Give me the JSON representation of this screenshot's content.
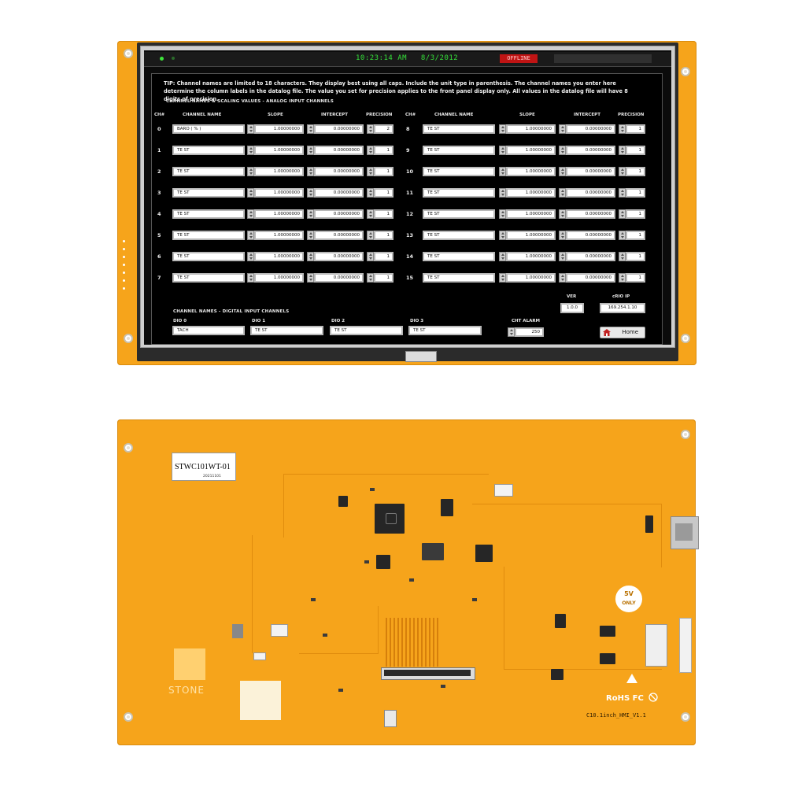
{
  "front": {
    "status_bar": {
      "time": "10:23:14 AM",
      "date": "8/3/2012",
      "offline_label": "OFFLINE"
    },
    "tip": "TIP: Channel names are limited to 18 characters.  They display best using all caps.  Include the unit type in parenthesis.  The channel names you enter here determine the column labels in the datalog file.  The value you set for precision applies to the front panel display only.  All values in the datalog file will have 8 digits of precision.",
    "analog_section_title": "CHANNEL NAMES & SCALING VALUES - ANALOG INPUT CHANNELS",
    "headers": {
      "ch": "CH#",
      "name": "CHANNEL NAME",
      "slope": "SLOPE",
      "intercept": "INTERCEPT",
      "precision": "PRECISION"
    },
    "left_channels": [
      {
        "ch": "0",
        "name": "BARO ( % )",
        "slope": "1.00000000",
        "intercept": "0.00000000",
        "precision": "2"
      },
      {
        "ch": "1",
        "name": "TE ST",
        "slope": "1.00000000",
        "intercept": "0.00000000",
        "precision": "1"
      },
      {
        "ch": "2",
        "name": "TE ST",
        "slope": "1.00000000",
        "intercept": "0.00000000",
        "precision": "1"
      },
      {
        "ch": "3",
        "name": "TE ST",
        "slope": "1.00000000",
        "intercept": "0.00000000",
        "precision": "1"
      },
      {
        "ch": "4",
        "name": "TE ST",
        "slope": "1.00000000",
        "intercept": "0.00000000",
        "precision": "1"
      },
      {
        "ch": "5",
        "name": "TE ST",
        "slope": "1.00000000",
        "intercept": "0.00000000",
        "precision": "1"
      },
      {
        "ch": "6",
        "name": "TE ST",
        "slope": "1.00000000",
        "intercept": "0.00000000",
        "precision": "1"
      },
      {
        "ch": "7",
        "name": "TE ST",
        "slope": "1.00000000",
        "intercept": "0.00000000",
        "precision": "1"
      }
    ],
    "right_channels": [
      {
        "ch": "8",
        "name": "TE ST",
        "slope": "1.00000000",
        "intercept": "0.00000000",
        "precision": "1"
      },
      {
        "ch": "9",
        "name": "TE ST",
        "slope": "1.00000000",
        "intercept": "0.00000000",
        "precision": "1"
      },
      {
        "ch": "10",
        "name": "TE ST",
        "slope": "1.00000000",
        "intercept": "0.00000000",
        "precision": "1"
      },
      {
        "ch": "11",
        "name": "TE ST",
        "slope": "1.00000000",
        "intercept": "0.00000000",
        "precision": "1"
      },
      {
        "ch": "12",
        "name": "TE ST",
        "slope": "1.00000000",
        "intercept": "0.00000000",
        "precision": "1"
      },
      {
        "ch": "13",
        "name": "TE ST",
        "slope": "1.00000000",
        "intercept": "0.00000000",
        "precision": "1"
      },
      {
        "ch": "14",
        "name": "TE ST",
        "slope": "1.00000000",
        "intercept": "0.00000000",
        "precision": "1"
      },
      {
        "ch": "15",
        "name": "TE ST",
        "slope": "1.00000000",
        "intercept": "0.00000000",
        "precision": "1"
      }
    ],
    "ver_label": "VER",
    "ver_value": "1.0.0",
    "ip_label": "cRIO IP",
    "ip_value": "169.254.1.10",
    "digital_section_title": "CHANNEL NAMES - DIGITAL INPUT CHANNELS",
    "dio": [
      {
        "label": "DIO 0",
        "value": "TACH"
      },
      {
        "label": "DIO 1",
        "value": "TE ST"
      },
      {
        "label": "DIO 2",
        "value": "TE ST"
      },
      {
        "label": "DIO 3",
        "value": "TE ST"
      }
    ],
    "cht_alarm_label": "CHT ALARM",
    "cht_alarm_value": "250",
    "home_label": "Home"
  },
  "back": {
    "model_sticker": "STWC101WT-01",
    "sticker_date": "20211101",
    "brand": "STONE",
    "badge_top": "5V",
    "badge_bottom": "ONLY",
    "certifications": "RoHS FC",
    "board_model": "C10.1inch_HMI_V1.1"
  },
  "colors": {
    "pcb": "#f6a41b",
    "screen_bg": "#000000",
    "clock_green": "#35e23a",
    "offline_red": "#c01414"
  }
}
